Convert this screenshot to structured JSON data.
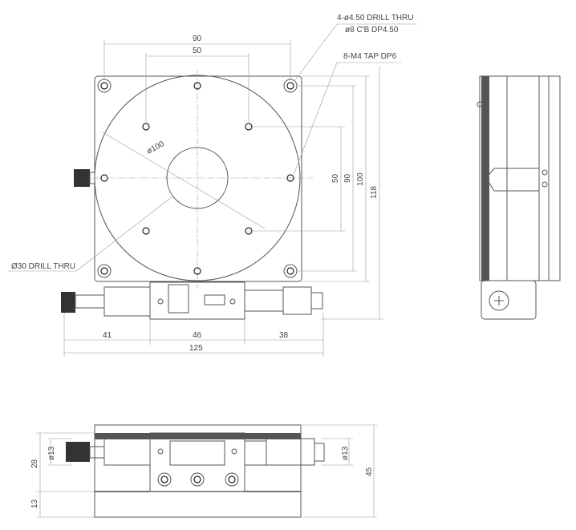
{
  "notes": {
    "hole_callout_line1": "4-ø4.50 DRILL THRU",
    "hole_callout_line2": "ø8 C'B DP4.50",
    "tap_callout": "8-M4 TAP DP6",
    "center_hole": "Ø30 DRILL THRU",
    "circle_dia": "ø100"
  },
  "top_view": {
    "dim_90_h": "90",
    "dim_50_h": "50",
    "dim_50_v": "50",
    "dim_90_v": "90",
    "dim_100_v": "100",
    "dim_118_v": "118",
    "dim_41": "41",
    "dim_46": "46",
    "dim_38": "38",
    "dim_125": "125"
  },
  "front_view": {
    "dim_28": "28",
    "dim_13": "13",
    "dim_d13_left": "ø13",
    "dim_d13_right": "ø13",
    "dim_45": "45"
  }
}
